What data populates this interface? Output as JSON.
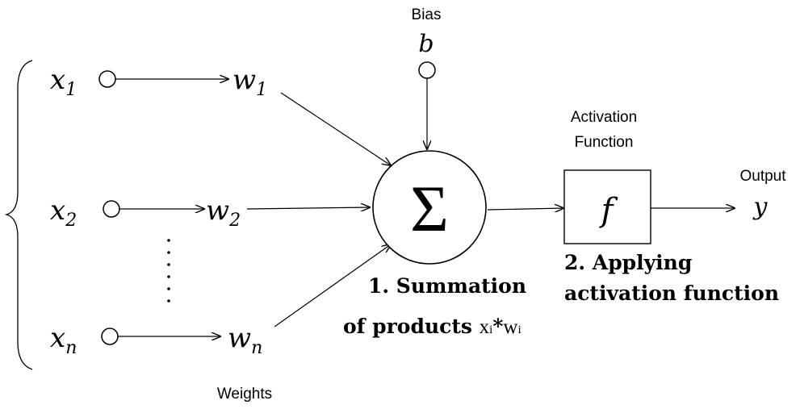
{
  "labels": {
    "bias_title": "Bias",
    "bias_symbol": "b",
    "weights_title": "Weights",
    "activation_title_line1": "Activation",
    "activation_title_line2": "Function",
    "output_title": "Output",
    "output_symbol": "y",
    "sum_symbol": "Σ",
    "activation_symbol": "f",
    "step1_line1": "1. Summation",
    "step1_line2_prefix": "of products ",
    "step1_line2_x": "x",
    "step1_line2_xsub": "i",
    "step1_line2_star": "*",
    "step1_line2_w": "w",
    "step1_line2_wsub": "i",
    "step2_line1": "2. Applying",
    "step2_line2": "activation function"
  },
  "inputs": [
    {
      "x": "x",
      "x_sub": "1",
      "w": "w",
      "w_sub": "1"
    },
    {
      "x": "x",
      "x_sub": "2",
      "w": "w",
      "w_sub": "2"
    },
    {
      "x": "x",
      "x_sub": "n",
      "w": "w",
      "w_sub": "n"
    }
  ],
  "colors": {
    "stroke": "#000000",
    "text": "#000000",
    "background": "#ffffff"
  }
}
